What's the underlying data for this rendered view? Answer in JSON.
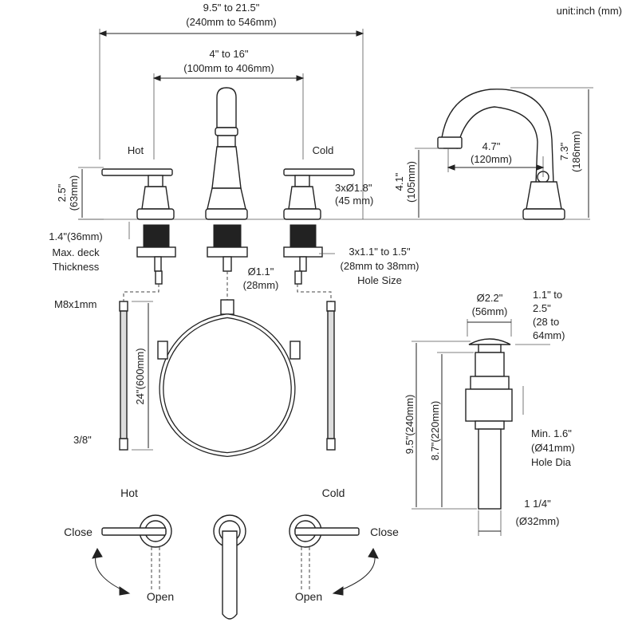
{
  "unit_note": "unit:inch (mm)",
  "faucet_spread": {
    "line1": "9.5\" to 21.5\"",
    "line2": "(240mm to 546mm)"
  },
  "handle_spread": {
    "line1": "4\" to 16\"",
    "line2": "(100mm to 406mm)"
  },
  "top_labels": {
    "hot": "Hot",
    "cold": "Cold"
  },
  "handle_height": {
    "inch": "2.5\"",
    "mm": "(63mm)"
  },
  "base_diameter": {
    "line1": "3xØ1.8\"",
    "line2": "(45 mm)"
  },
  "deck": {
    "line1": "1.4\"(36mm)",
    "line2": "Max. deck",
    "line3": "Thickness"
  },
  "hole_size": {
    "line1": "3x1.1\" to 1.5\"",
    "line2": "(28mm to 38mm)",
    "line3": "Hole Size"
  },
  "inlet": {
    "line1": "Ø1.1\"",
    "line2": "(28mm)"
  },
  "spout": {
    "reach": {
      "inch": "4.7\"",
      "mm": "(120mm)"
    },
    "spout_height": {
      "inch": "4.1\"",
      "mm": "(105mm)"
    },
    "total_height": {
      "inch": "7.3\"",
      "mm": "(186mm)"
    }
  },
  "hoses": {
    "thread": "M8x1mm",
    "length": "24\"(600mm)",
    "connector": "3/8\""
  },
  "drain": {
    "cap_diameter": {
      "line1": "Ø2.2\"",
      "line2": "(56mm)"
    },
    "stopper_range": {
      "line1": "1.1\" to",
      "line2": "2.5\"",
      "line3": "(28 to",
      "line4": "64mm)"
    },
    "total_length": "9.5\"(240mm)",
    "body_length": "8.7\"(220mm)",
    "min_hole": {
      "line1": "Min. 1.6\"",
      "line2": "(Ø41mm)",
      "line3": "Hole Dia"
    },
    "tailpiece": {
      "line1": "1 1/4\"",
      "line2": "(Ø32mm)"
    }
  },
  "operation": {
    "hot_label": "Hot",
    "cold_label": "Cold",
    "close_left": "Close",
    "close_right": "Close",
    "open_left": "Open",
    "open_right": "Open"
  }
}
